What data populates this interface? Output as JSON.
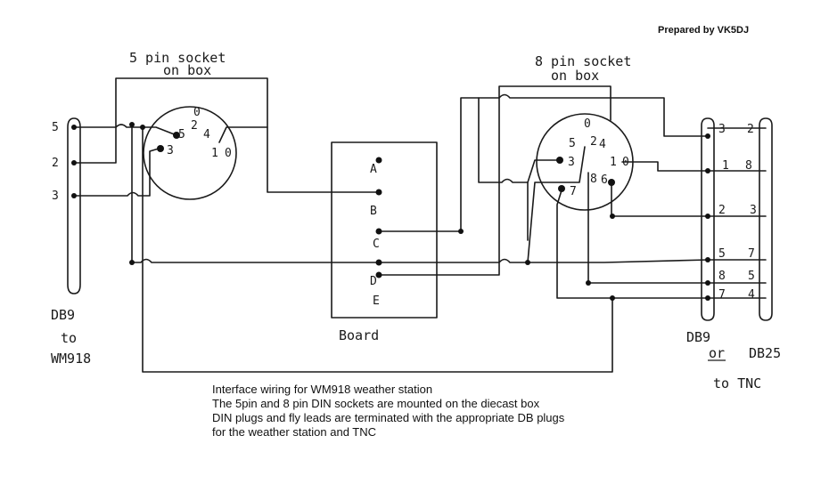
{
  "credit": "Prepared by VK5DJ",
  "socket5": {
    "label_line1": "5 pin socket",
    "label_line2": "on box",
    "pins": [
      "0",
      "2",
      "4",
      "1",
      "5",
      "3",
      "0"
    ]
  },
  "socket8": {
    "label_line1": "8 pin socket",
    "label_line2": "on box",
    "pins": [
      "0",
      "5",
      "2",
      "4",
      "3",
      "1",
      "0",
      "8",
      "7",
      "6"
    ]
  },
  "db9_left": {
    "pins": [
      "5",
      "2",
      "3"
    ],
    "label_line1": "DB9",
    "label_line2": "to",
    "label_line3": "WM918"
  },
  "board": {
    "label": "Board",
    "terminals": [
      "A",
      "B",
      "C",
      "D",
      "E"
    ]
  },
  "db_right": {
    "db9_pins": [
      "3",
      "1",
      "2",
      "5",
      "8",
      "7"
    ],
    "db25_pins": [
      "2",
      "8",
      "3",
      "7",
      "5",
      "4"
    ],
    "label_db9": "DB9",
    "label_or": "or",
    "label_db25": "DB25",
    "label_to": "to TNC"
  },
  "caption": [
    "Interface wiring for WM918 weather station",
    "The 5pin and 8 pin DIN sockets are mounted on the diecast box",
    "DIN plugs and fly leads are terminated with the appropriate DB plugs",
    "for the weather station and TNC"
  ]
}
